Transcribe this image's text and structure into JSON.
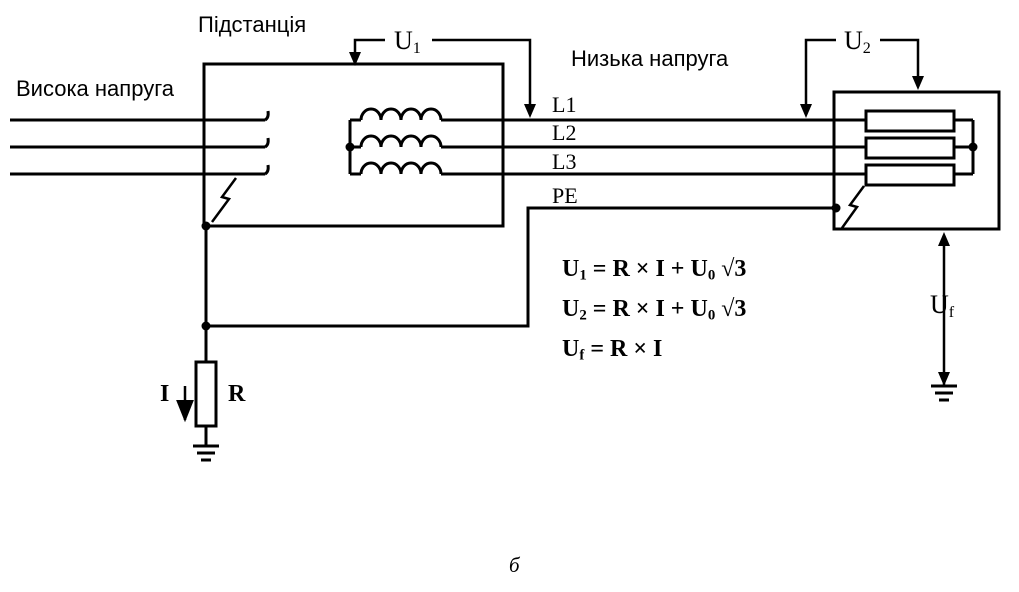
{
  "labels": {
    "substation": "Підстанція",
    "high_voltage": "Висока напруга",
    "low_voltage": "Низька напруга",
    "u1": "U",
    "u1_sub": "1",
    "u2": "U",
    "u2_sub": "2",
    "uf": "U",
    "uf_sub": "f",
    "l1": "L1",
    "l2": "L2",
    "l3": "L3",
    "pe": "PE",
    "current": "I",
    "resistance": "R",
    "caption": "б"
  },
  "formulas": [
    {
      "lhs": "U",
      "sub": "1",
      "rhs": " = R × I + U",
      "rhs_sub": "0",
      "tail": " √3"
    },
    {
      "lhs": "U",
      "sub": "2",
      "rhs": " = R × I + U",
      "rhs_sub": "0",
      "tail": " √3"
    },
    {
      "lhs": "U",
      "sub": "f",
      "rhs": "  = R × I",
      "rhs_sub": "",
      "tail": ""
    }
  ]
}
